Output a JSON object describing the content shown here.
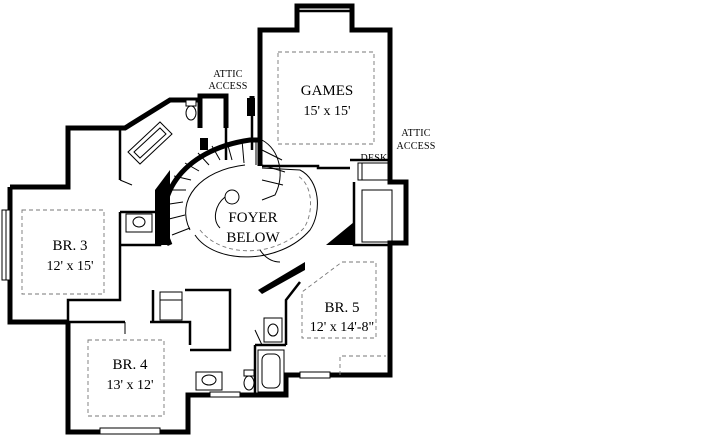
{
  "rooms": {
    "games": {
      "name": "GAMES",
      "size": "15' x 15'"
    },
    "foyer": {
      "line1": "FOYER",
      "line2": "BELOW"
    },
    "br3": {
      "name": "BR. 3",
      "size": "12' x 15'"
    },
    "br4": {
      "name": "BR. 4",
      "size": "13' x 12'"
    },
    "br5": {
      "name": "BR. 5",
      "size": "12' x 14'-8\""
    }
  },
  "notes": {
    "attic_left": {
      "line1": "ATTIC",
      "line2": "ACCESS"
    },
    "attic_right": {
      "line1": "ATTIC",
      "line2": "ACCESS"
    },
    "desk": "DESK"
  }
}
